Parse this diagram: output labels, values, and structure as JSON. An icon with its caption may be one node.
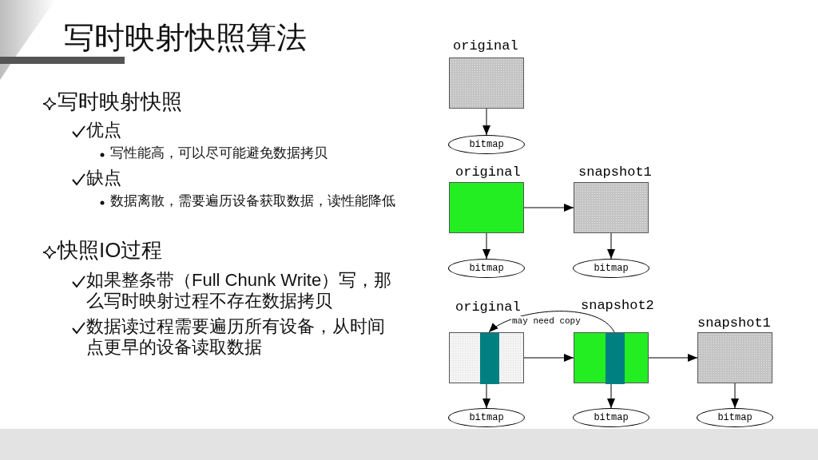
{
  "diagram": {
    "title": "写时映射快照算法",
    "nodes": [
      {
        "text": [
          "original"
        ]
      },
      {
        "text": [
          "bitmap"
        ]
      },
      {
        "text": [
          "original"
        ]
      },
      {
        "text": [
          "snapshot1"
        ]
      },
      {
        "text": [
          "bitmap"
        ]
      },
      {
        "text": [
          "bitmap"
        ]
      },
      {
        "text": [
          "original"
        ]
      },
      {
        "text": [
          "snapshot2"
        ]
      },
      {
        "text": [
          "snapshot1"
        ]
      },
      {
        "text": [
          "bitmap"
        ]
      },
      {
        "text": [
          "bitmap"
        ]
      },
      {
        "text": [
          "bitmap"
        ]
      },
      {
        "text": [],
        "shape": "bar",
        "in": 6
      },
      {
        "text": [],
        "shape": "bar",
        "in": 7
      }
    ],
    "edges": [
      {
        "from": 0,
        "to": 1,
        "arrow": "to"
      },
      {
        "from": 2,
        "to": 3,
        "arrow": "to"
      },
      {
        "from": 2,
        "to": 4,
        "arrow": "to"
      },
      {
        "from": 3,
        "to": 5,
        "arrow": "to"
      },
      {
        "from": 13,
        "to": 12,
        "arrow": "to",
        "label": "may need copy"
      },
      {
        "from": 6,
        "to": 7,
        "arrow": "to"
      },
      {
        "from": 7,
        "to": 8,
        "arrow": "to"
      },
      {
        "from": 6,
        "to": 9,
        "arrow": "to"
      },
      {
        "from": 7,
        "to": 10,
        "arrow": "to"
      },
      {
        "from": 8,
        "to": 11,
        "arrow": "to"
      }
    ],
    "labels": [
      "写时映射快照",
      "优点",
      "写性能高，可以尽可能避免数据拷贝",
      "缺点",
      "数据离散，需要遍历设备获取数据，读性能降低",
      "快照IO过程",
      "如果整条带（Full Chunk Write）写，那么写时映射过程不存在数据拷贝",
      "数据读过程需要遍历所有设备，从时间点更早的设备读取数据"
    ]
  }
}
